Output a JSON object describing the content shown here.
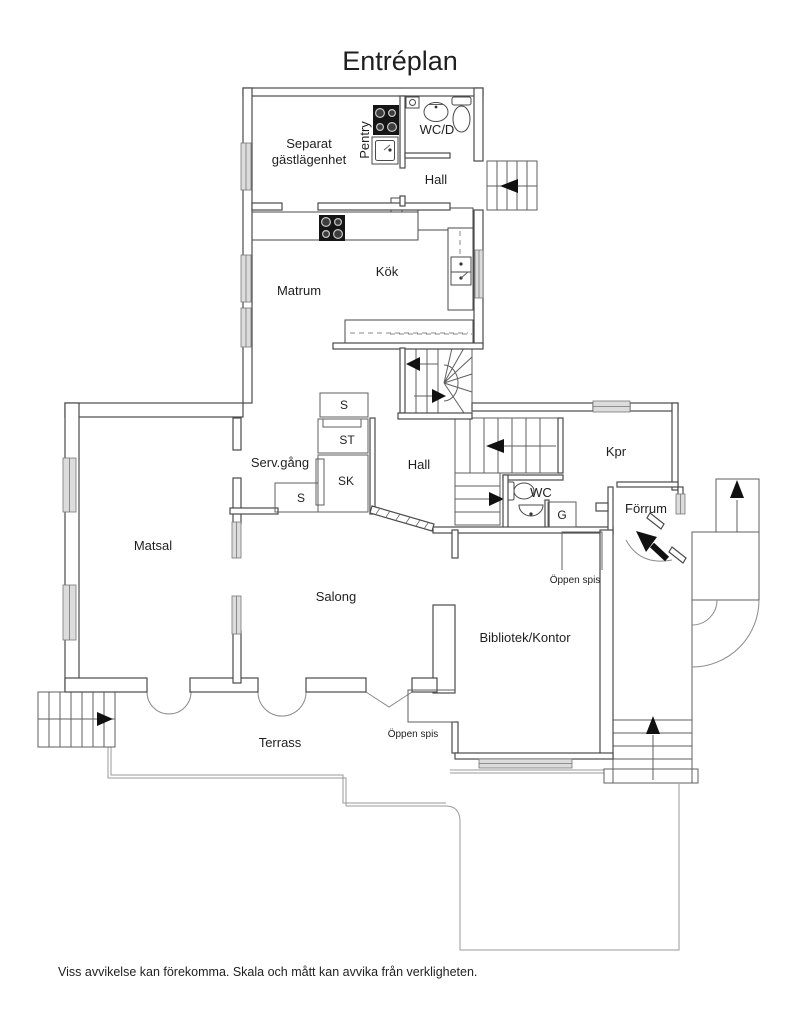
{
  "title": "Entréplan",
  "footer": "Viss avvikelse kan förekomma. Skala och mått kan avvika från verkligheten.",
  "rooms": {
    "guest_apartment_line1": "Separat",
    "guest_apartment_line2": "gästlägenhet",
    "pentry": "Pentry",
    "wc_d": "WC/D",
    "hall_upper": "Hall",
    "kitchen": "Kök",
    "matrum": "Matrum",
    "service_corridor": "Serv.gång",
    "closet_s_upper": "S",
    "closet_st": "ST",
    "closet_sk": "SK",
    "closet_s_lower": "S",
    "hall_main": "Hall",
    "kpr": "Kpr",
    "wc": "WC",
    "closet_g": "G",
    "vestibule": "Förrum",
    "dining_room": "Matsal",
    "salon": "Salong",
    "library_office": "Bibliotek/Kontor",
    "fireplace_upper": "Öppen spis",
    "fireplace_lower": "Öppen spis",
    "terrace": "Terrass"
  }
}
